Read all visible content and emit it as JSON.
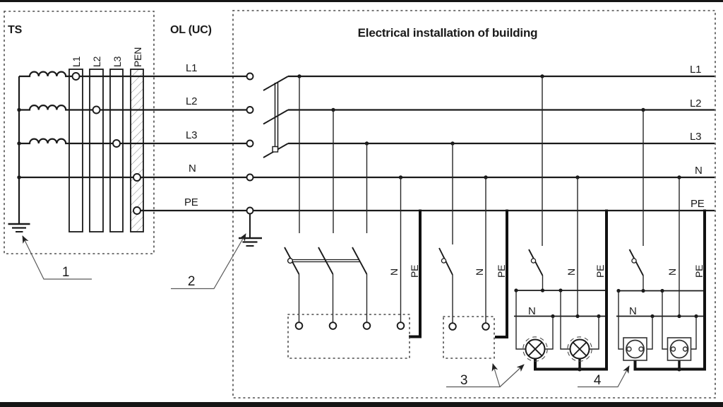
{
  "titles": {
    "ts": "TS",
    "ol": "OL (UC)",
    "building": "Electrical installation of building"
  },
  "busbars": [
    "L1",
    "L2",
    "L3",
    "PEN"
  ],
  "ol_conductors": [
    "L1",
    "L2",
    "L3",
    "N",
    "PE"
  ],
  "right_conductors": [
    "L1",
    "L2",
    "L3",
    "N",
    "PE"
  ],
  "circuits": {
    "distribution": {
      "n": "N",
      "pe": "PE"
    },
    "single_load": {
      "n": "N",
      "pe": "PE"
    },
    "lighting": {
      "n": "N",
      "pe": "PE",
      "bus_n": "N"
    },
    "sockets": {
      "n": "N",
      "pe": "PE",
      "bus_n": "N"
    }
  },
  "callouts": {
    "transformer_earth": "1",
    "installation_earth": "2",
    "load_group": "3",
    "outlet_group": "4"
  },
  "colors": {
    "line": "#1a1a1a",
    "pe_line": "#111111",
    "leader": "#5a5a5a",
    "background": "#ffffff"
  }
}
